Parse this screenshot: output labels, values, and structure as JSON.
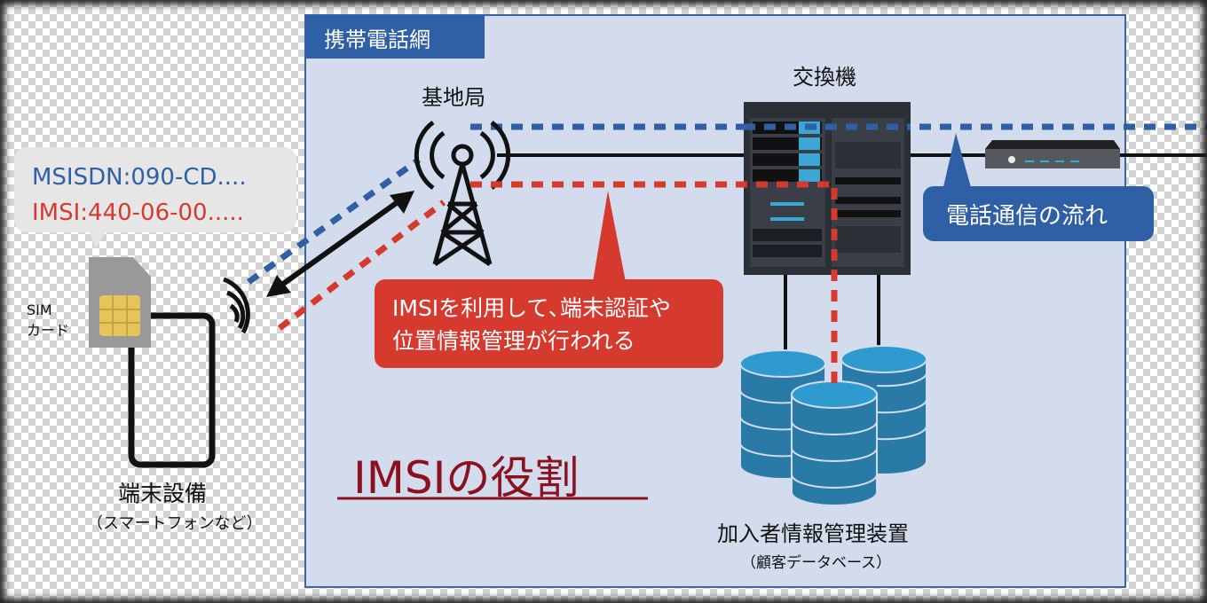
{
  "network_label": "携帯電話網",
  "base_station_label": "基地局",
  "exchange_label": "交換機",
  "sim_bubble": {
    "msisdn": "MSISDN:090-CD....",
    "imsi": "IMSI:440-06-00....."
  },
  "sim_label_line1": "SIM",
  "sim_label_line2": "カード",
  "device_label": "端末設備",
  "device_sublabel": "（スマートフォンなど）",
  "red_callout": {
    "line1": "IMSIを利用して､端末認証や",
    "line2": "位置情報管理が行われる"
  },
  "blue_callout": "電話通信の流れ",
  "title": "IMSIの役割",
  "database_label": "加入者情報管理装置",
  "database_sublabel": "（顧客データベース）",
  "colors": {
    "blue": "#2f5fa5",
    "red": "#d63a2f",
    "panel": "#d2dcec",
    "title": "#8b1020"
  }
}
